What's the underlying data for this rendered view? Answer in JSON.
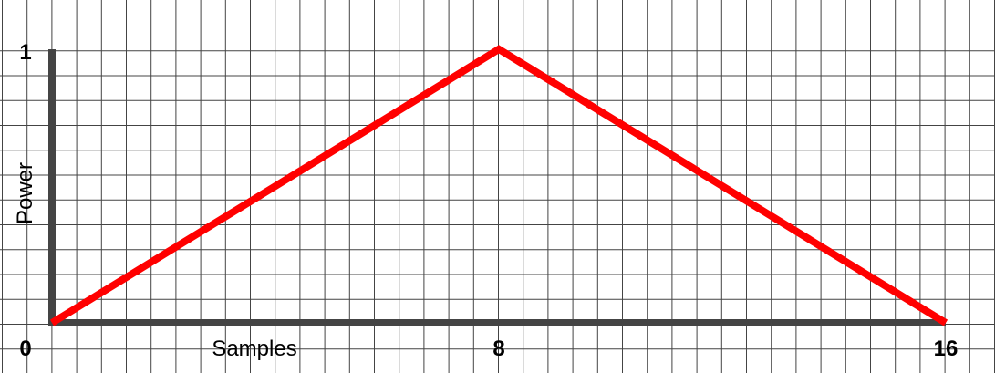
{
  "chart_data": {
    "type": "line",
    "title": "",
    "xlabel": "Samples",
    "ylabel": "Power",
    "xlim": [
      0,
      16
    ],
    "ylim": [
      0,
      1
    ],
    "x_ticks": [
      {
        "value": 0,
        "label": "0"
      },
      {
        "value": 8,
        "label": "8"
      },
      {
        "value": 16,
        "label": "16"
      }
    ],
    "y_ticks": [
      {
        "value": 1,
        "label": "1"
      }
    ],
    "grid": true,
    "legend": "none",
    "series": [
      {
        "color": "#ff0000",
        "x": [
          0,
          8,
          16
        ],
        "y": [
          0,
          1,
          0
        ]
      }
    ],
    "colors": {
      "grid": "#444444",
      "axis": "#444444",
      "line": "#ff0000",
      "background": "#ffffff"
    }
  }
}
